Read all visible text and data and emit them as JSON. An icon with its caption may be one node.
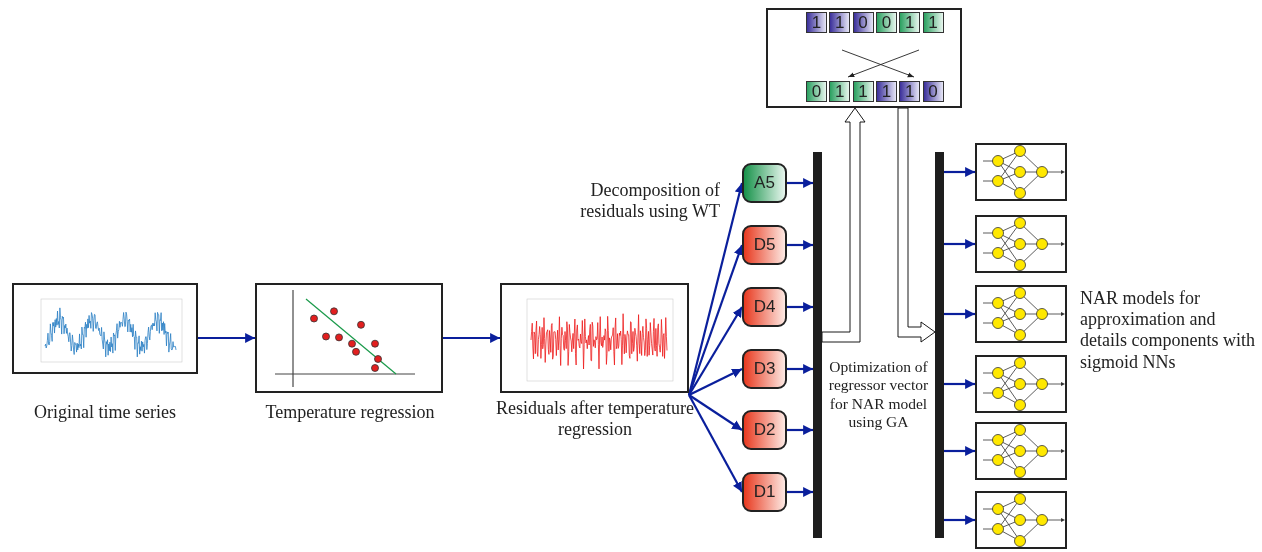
{
  "diagram": {
    "nodes": [
      {
        "text": [],
        "shape": "picture",
        "beside": [
          "Original time series"
        ]
      },
      {
        "text": [],
        "shape": "picture",
        "beside": [
          "Temperature regression"
        ]
      },
      {
        "text": [],
        "shape": "picture",
        "beside": [
          "Residuals after temperature regression"
        ]
      },
      {
        "text": [
          "A5"
        ]
      },
      {
        "text": [
          "D5"
        ]
      },
      {
        "text": [
          "D4"
        ]
      },
      {
        "text": [
          "D3"
        ]
      },
      {
        "text": [
          "D2"
        ]
      },
      {
        "text": [
          "D1"
        ]
      },
      {
        "text": [],
        "shape": "bar"
      },
      {
        "text": [],
        "shape": "picture"
      },
      {
        "text": [],
        "shape": "bar"
      },
      {
        "text": [],
        "shape": "picture"
      },
      {
        "text": [],
        "shape": "picture"
      },
      {
        "text": [],
        "shape": "picture"
      },
      {
        "text": [],
        "shape": "picture"
      },
      {
        "text": [],
        "shape": "picture"
      },
      {
        "text": [],
        "shape": "picture"
      }
    ],
    "edges": [
      {
        "from": 0,
        "to": 1,
        "arrow": "to"
      },
      {
        "from": 1,
        "to": 2,
        "arrow": "to"
      },
      {
        "from": 2,
        "to": 3,
        "arrow": "to"
      },
      {
        "from": 2,
        "to": 4,
        "arrow": "to"
      },
      {
        "from": 2,
        "to": 5,
        "arrow": "to"
      },
      {
        "from": 2,
        "to": 6,
        "arrow": "to"
      },
      {
        "from": 2,
        "to": 7,
        "arrow": "to"
      },
      {
        "from": 2,
        "to": 8,
        "arrow": "to"
      },
      {
        "from": 3,
        "to": 9,
        "arrow": "to"
      },
      {
        "from": 4,
        "to": 9,
        "arrow": "to"
      },
      {
        "from": 5,
        "to": 9,
        "arrow": "to"
      },
      {
        "from": 6,
        "to": 9,
        "arrow": "to"
      },
      {
        "from": 7,
        "to": 9,
        "arrow": "to"
      },
      {
        "from": 8,
        "to": 9,
        "arrow": "to"
      },
      {
        "from": 9,
        "to": 10,
        "arrow": "to",
        "style": "thick",
        "color": "#000000"
      },
      {
        "from": 10,
        "to": 11,
        "arrow": "to",
        "style": "thick",
        "color": "#000000"
      },
      {
        "from": 11,
        "to": 12,
        "arrow": "to"
      },
      {
        "from": 11,
        "to": 13,
        "arrow": "to"
      },
      {
        "from": 11,
        "to": 14,
        "arrow": "to"
      },
      {
        "from": 11,
        "to": 15,
        "arrow": "to"
      },
      {
        "from": 11,
        "to": 16,
        "arrow": "to"
      },
      {
        "from": 11,
        "to": 17,
        "arrow": "to"
      }
    ],
    "labels": [
      "1",
      "1",
      "0",
      "0",
      "1",
      "1",
      "0",
      "1",
      "1",
      "1",
      "1",
      "0",
      "Decomposition of residuals using WT",
      "NAR models for approximation and details components with sigmoid NNs",
      "Optimization of regressor vector for NAR model using GA"
    ]
  }
}
